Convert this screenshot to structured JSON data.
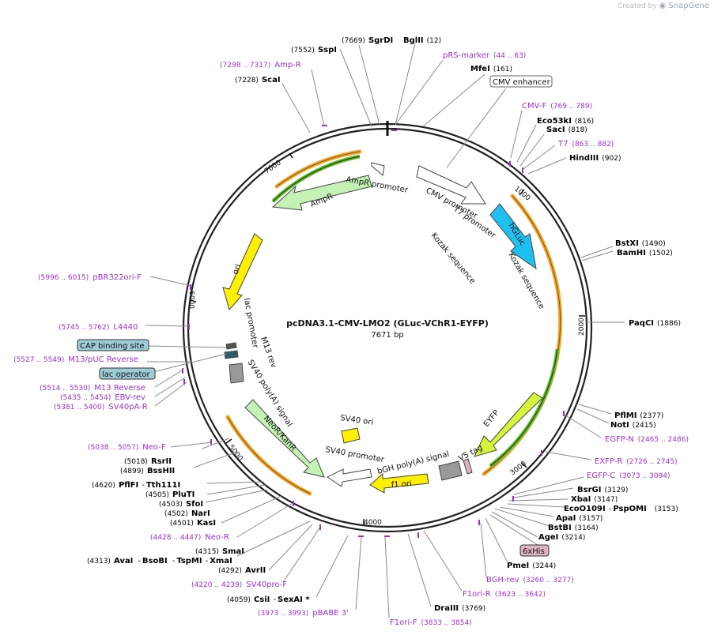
{
  "credit": {
    "prefix": "Created by",
    "brand": "SnapGene"
  },
  "plasmid": {
    "name": "pcDNA3.1-CMV-LMO2 (GLuc-VChR1-EYFP)",
    "size": "7671 bp"
  },
  "colors": {
    "primer": "#9b30c8",
    "site": "#000000",
    "box_blue": "#9ecbd8",
    "box_pink": "#dcb4c0",
    "yellow": "#ffef00",
    "green": "#c3f2b4",
    "orange": "#f8a218",
    "cyan": "#1ec0ef"
  },
  "tick_labels": [
    "1000",
    "2000",
    "3000",
    "4000",
    "5000",
    "6000",
    "7000"
  ],
  "sites": [
    {
      "n": "SgrDI",
      "p": "(7669)"
    },
    {
      "n": "SspI",
      "p": "(7552)"
    },
    {
      "n": "BglII",
      "p": "(12)"
    },
    {
      "n": "ScaI",
      "p": "(7228)"
    },
    {
      "n": "MfeI",
      "p": "(161)"
    },
    {
      "n": "Eco53kI",
      "p": "(816)"
    },
    {
      "n": "SacI",
      "p": "(818)"
    },
    {
      "n": "HindIII",
      "p": "(902)"
    },
    {
      "n": "BstXI",
      "p": "(1490)"
    },
    {
      "n": "BamHI",
      "p": "(1502)"
    },
    {
      "n": "PaqCI",
      "p": "(1886)"
    },
    {
      "n": "PflMI",
      "p": "(2377)"
    },
    {
      "n": "NotI",
      "p": "(2415)"
    },
    {
      "n": "BsrGI",
      "p": "(3129)"
    },
    {
      "n": "XbaI",
      "p": "(3147)"
    },
    {
      "n": "EcoO109I",
      "p": "(3153)"
    },
    {
      "n": "PspOMI",
      "p": ""
    },
    {
      "n": "ApaI",
      "p": "(3157)"
    },
    {
      "n": "BstBI",
      "p": "(3164)"
    },
    {
      "n": "AgeI",
      "p": "(3214)"
    },
    {
      "n": "PmeI",
      "p": "(3244)"
    },
    {
      "n": "DraIII",
      "p": "(3769)"
    },
    {
      "n": "CsiI",
      "p": "(4059)"
    },
    {
      "n": "SexAI *",
      "p": ""
    },
    {
      "n": "AvrII",
      "p": "(4292)"
    },
    {
      "n": "AvaI",
      "p": "(4313)"
    },
    {
      "n": "BsoBI",
      "p": ""
    },
    {
      "n": "TspMI",
      "p": ""
    },
    {
      "n": "XmaI",
      "p": ""
    },
    {
      "n": "SmaI",
      "p": "(4315)"
    },
    {
      "n": "KasI",
      "p": "(4501)"
    },
    {
      "n": "NarI",
      "p": "(4502)"
    },
    {
      "n": "SfoI",
      "p": "(4503)"
    },
    {
      "n": "PluTI",
      "p": "(4505)"
    },
    {
      "n": "PflFI",
      "p": "(4620)"
    },
    {
      "n": "Tth111I",
      "p": ""
    },
    {
      "n": "BssHII",
      "p": "(4899)"
    },
    {
      "n": "RsrII",
      "p": "(5018)"
    }
  ],
  "primers": [
    {
      "n": "Amp-R",
      "p": "(7298 .. 7317)"
    },
    {
      "n": "pRS-marker",
      "p": "(44 .. 63)"
    },
    {
      "n": "CMV-F",
      "p": "(769 .. 789)"
    },
    {
      "n": "T7",
      "p": "(863 .. 882)"
    },
    {
      "n": "EGFP-N",
      "p": "(2465 .. 2486)"
    },
    {
      "n": "EXFP-R",
      "p": "(2726 .. 2745)"
    },
    {
      "n": "EGFP-C",
      "p": "(3073 .. 3094)"
    },
    {
      "n": "BGH-rev",
      "p": "(3260 .. 3277)"
    },
    {
      "n": "F1ori-R",
      "p": "(3623 .. 3642)"
    },
    {
      "n": "F1ori-F",
      "p": "(3833 .. 3854)"
    },
    {
      "n": "pBABE 3'",
      "p": "(3973 .. 3993)"
    },
    {
      "n": "SV40pro-F",
      "p": "(4220 .. 4239)"
    },
    {
      "n": "Neo-R",
      "p": "(4428 .. 4447)"
    },
    {
      "n": "Neo-F",
      "p": "(5038 .. 5057)"
    },
    {
      "n": "SV40pA-R",
      "p": "(5381 .. 5400)"
    },
    {
      "n": "EBV-rev",
      "p": "(5435 .. 5454)"
    },
    {
      "n": "M13 Reverse",
      "p": "(5514 .. 5530)"
    },
    {
      "n": "M13/pUC Reverse",
      "p": "(5527 .. 5549)"
    },
    {
      "n": "L4440",
      "p": "(5745 .. 5762)"
    },
    {
      "n": "pBR322ori-F",
      "p": "(5996 .. 6015)"
    }
  ],
  "boxes": [
    "CMV enhancer",
    "CAP binding site",
    "lac operator",
    "6xHis"
  ],
  "features": [
    "CMV promoter",
    "T7 promoter",
    "Kozak sequence",
    "Kozak sequence",
    "hGLuc",
    "EYFP",
    "V5 tag",
    "bGH poly(A) signal",
    "f1 ori",
    "SV40 promoter",
    "SV40 ori",
    "NeoR/KanR",
    "SV40 poly(A) signal",
    "M13 rev",
    "lac promoter",
    "ori",
    "AmpR",
    "AmpR promoter"
  ]
}
